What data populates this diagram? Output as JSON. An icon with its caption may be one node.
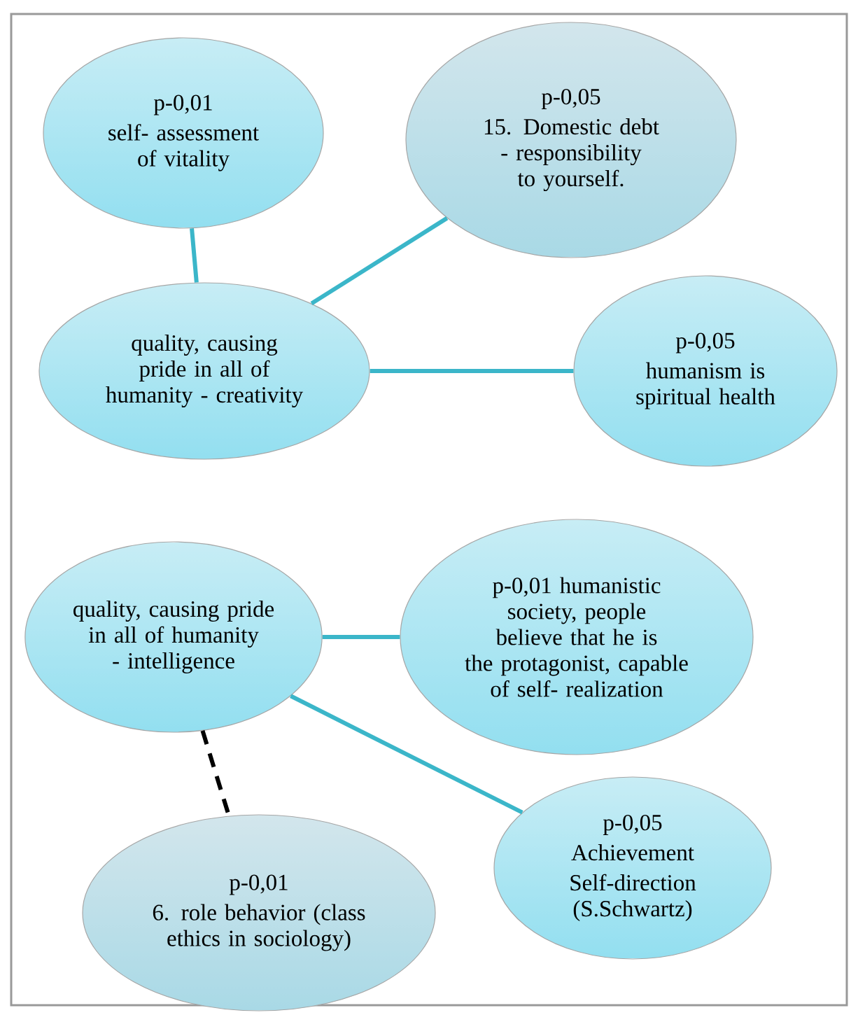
{
  "diagram": {
    "nodes": [
      {
        "text": [
          "p-0,01",
          "self- assessment of vitality"
        ]
      },
      {
        "text": [
          "p-0,05",
          "15. Domestic debt - responsibility to yourself."
        ]
      },
      {
        "text": [
          "quality, causing pride in all of humanity - creativity"
        ]
      },
      {
        "text": [
          "p-0,05",
          "humanism is spiritual health"
        ]
      },
      {
        "text": [
          "quality, causing pride in all of humanity - intelligence"
        ]
      },
      {
        "text": [
          "p-0,01 humanistic society, people believe that he is the protagonist, capable of self- realization"
        ]
      },
      {
        "text": [
          "p-0,05",
          "Achievement",
          "Self-direction (S.Schwartz)"
        ]
      },
      {
        "text": [
          "p-0,01",
          "6. role behavior (class ethics in sociology)"
        ]
      }
    ],
    "edges": [
      {
        "from": 0,
        "to": 2,
        "arrow": "none"
      },
      {
        "from": 2,
        "to": 1,
        "arrow": "none"
      },
      {
        "from": 2,
        "to": 3,
        "arrow": "none"
      },
      {
        "from": 4,
        "to": 5,
        "arrow": "none"
      },
      {
        "from": 4,
        "to": 6,
        "arrow": "none"
      },
      {
        "from": 4,
        "to": 7,
        "arrow": "none",
        "style": "dashed",
        "color": "#000000"
      }
    ]
  }
}
